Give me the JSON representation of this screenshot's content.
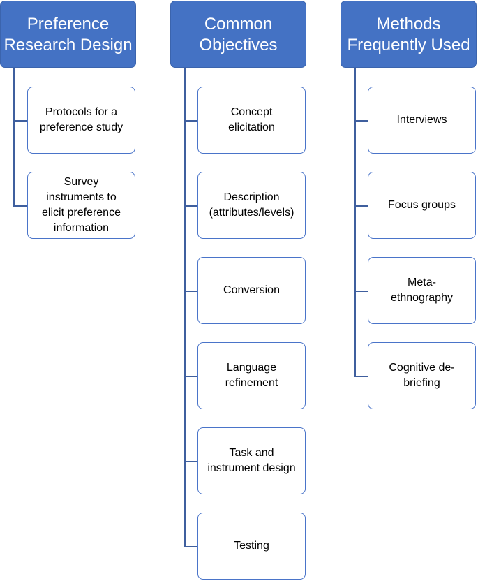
{
  "columns": [
    {
      "header": "Preference\nResearch Design",
      "items": [
        "Protocols for a\npreference study",
        "Survey\ninstruments to\nelicit preference\ninformation"
      ]
    },
    {
      "header": "Common\nObjectives",
      "items": [
        "Concept\nelicitation",
        "Description\n(attributes/levels)",
        "Conversion",
        "Language\nrefinement",
        "Task and\ninstrument design",
        "Testing"
      ]
    },
    {
      "header": "Methods\nFrequently Used",
      "items": [
        "Interviews",
        "Focus groups",
        "Meta-\nethnography",
        "Cognitive de-\nbriefing"
      ]
    }
  ],
  "colors": {
    "header_fill": "#4472c4",
    "item_border": "#4a74c9",
    "connector": "#3f5f9e"
  }
}
